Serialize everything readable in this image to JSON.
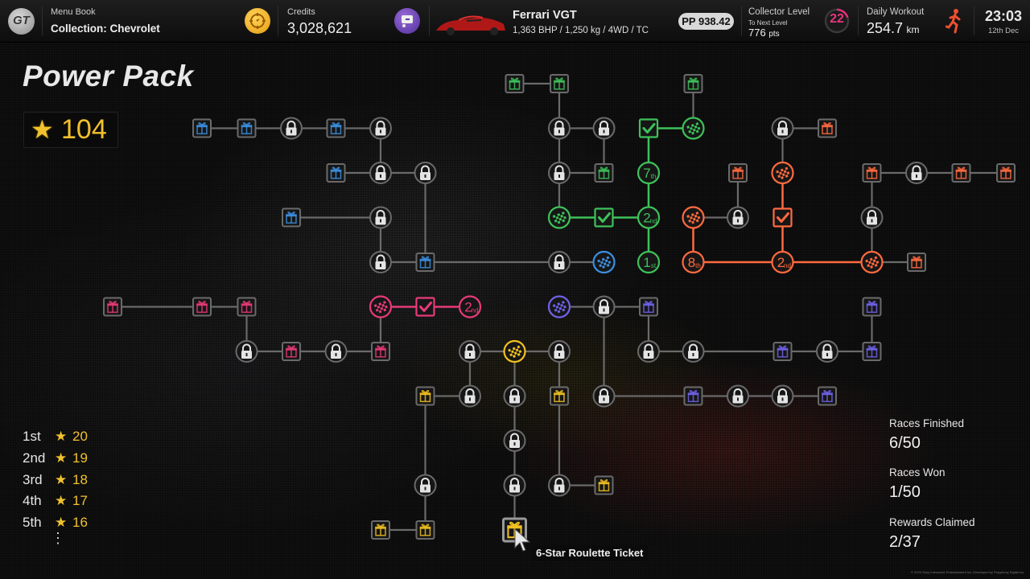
{
  "header": {
    "menu_book_label": "Menu Book",
    "menu_book_value": "Collection: Chevrolet",
    "credits_label": "Credits",
    "credits_value": "3,028,621",
    "car_name": "Ferrari VGT",
    "car_specs": "1,363 BHP / 1,250 kg / 4WD / TC",
    "pp_value": "PP 938.42",
    "collector_label": "Collector Level",
    "collector_sub": "To Next Level",
    "collector_pts": "776",
    "collector_pts_unit": "pts",
    "collector_level": "22",
    "collector_progress": 0.2,
    "workout_label": "Daily Workout",
    "workout_value": "254.7",
    "workout_unit": "km",
    "time": "23:03",
    "date": "12th Dec",
    "icons": {
      "logo": "gt-logo",
      "compass": "compass-icon",
      "showroom": "showroom-icon",
      "car": "car-thumbnail",
      "runner": "runner-icon"
    }
  },
  "page": {
    "title": "Power Pack",
    "stars_total": "104"
  },
  "rewards": [
    {
      "pos": "1st",
      "stars": "20"
    },
    {
      "pos": "2nd",
      "stars": "19"
    },
    {
      "pos": "3rd",
      "stars": "18"
    },
    {
      "pos": "4th",
      "stars": "17"
    },
    {
      "pos": "5th",
      "stars": "16"
    }
  ],
  "rewards_more": "⋮",
  "stats": {
    "races_finished_label": "Races Finished",
    "races_finished_value": "6/50",
    "races_won_label": "Races Won",
    "races_won_value": "1/50",
    "rewards_claimed_label": "Rewards Claimed",
    "rewards_claimed_value": "2/37"
  },
  "tooltip": "6-Star Roulette Ticket",
  "copyright": "© 2020 Sony Interactive Entertainment Inc. Developed by Polyphony Digital Inc.",
  "colors": {
    "blue": "#3c8fe0",
    "green": "#3ec15a",
    "orange": "#ff6a40",
    "pink": "#e83a78",
    "purple": "#6f62e8",
    "yellow": "#f0c020",
    "locked": "#6a6a6a",
    "star": "#f2c12c"
  },
  "graph": {
    "nodes": [
      {
        "id": "b1",
        "c": 6,
        "r": 2,
        "type": "gift",
        "color": "blue"
      },
      {
        "id": "b2",
        "c": 7,
        "r": 2,
        "type": "gift",
        "color": "blue"
      },
      {
        "id": "b3",
        "c": 8,
        "r": 2,
        "type": "lock"
      },
      {
        "id": "b4",
        "c": 9,
        "r": 2,
        "type": "gift",
        "color": "blue"
      },
      {
        "id": "b5",
        "c": 10,
        "r": 2,
        "type": "lock"
      },
      {
        "id": "b6",
        "c": 9,
        "r": 3,
        "type": "gift",
        "color": "blue"
      },
      {
        "id": "b7",
        "c": 10,
        "r": 3,
        "type": "lock"
      },
      {
        "id": "b8",
        "c": 11,
        "r": 3,
        "type": "lock"
      },
      {
        "id": "b9",
        "c": 8,
        "r": 4,
        "type": "gift",
        "color": "blue"
      },
      {
        "id": "b10",
        "c": 10,
        "r": 4,
        "type": "lock"
      },
      {
        "id": "b11",
        "c": 10,
        "r": 5,
        "type": "lock"
      },
      {
        "id": "b12",
        "c": 11,
        "r": 5,
        "type": "gift",
        "color": "blue"
      },
      {
        "id": "b13",
        "c": 14,
        "r": 5,
        "type": "lock"
      },
      {
        "id": "b14",
        "c": 15,
        "r": 5,
        "type": "race",
        "color": "blue",
        "active": true
      },
      {
        "id": "g1",
        "c": 13,
        "r": 1,
        "type": "gift",
        "color": "green"
      },
      {
        "id": "g2",
        "c": 14,
        "r": 1,
        "type": "gift",
        "color": "green"
      },
      {
        "id": "g3",
        "c": 14,
        "r": 2,
        "type": "lock"
      },
      {
        "id": "g4",
        "c": 15,
        "r": 2,
        "type": "lock"
      },
      {
        "id": "g5",
        "c": 14,
        "r": 3,
        "type": "lock"
      },
      {
        "id": "g6",
        "c": 15,
        "r": 3,
        "type": "gift",
        "color": "green"
      },
      {
        "id": "g7",
        "c": 14,
        "r": 4,
        "type": "race",
        "color": "green",
        "active": true
      },
      {
        "id": "g8",
        "c": 15,
        "r": 4,
        "type": "check",
        "color": "green",
        "active": true
      },
      {
        "id": "g9",
        "c": 16,
        "r": 4,
        "type": "place",
        "label": "2",
        "suffix": "nd",
        "color": "green",
        "active": true
      },
      {
        "id": "g10",
        "c": 16,
        "r": 3,
        "type": "place",
        "label": "7",
        "suffix": "th",
        "color": "green",
        "active": true
      },
      {
        "id": "g11",
        "c": 16,
        "r": 2,
        "type": "check",
        "color": "green",
        "active": true
      },
      {
        "id": "g12",
        "c": 17,
        "r": 2,
        "type": "race",
        "color": "green",
        "active": true
      },
      {
        "id": "g13",
        "c": 17,
        "r": 1,
        "type": "gift",
        "color": "green"
      },
      {
        "id": "g14",
        "c": 16,
        "r": 5,
        "type": "place",
        "label": "1",
        "suffix": "st",
        "color": "green",
        "active": true
      },
      {
        "id": "o1",
        "c": 17,
        "r": 4,
        "type": "race",
        "color": "orange",
        "active": true
      },
      {
        "id": "o2",
        "c": 17,
        "r": 5,
        "type": "place",
        "label": "8",
        "suffix": "th",
        "color": "orange",
        "active": true
      },
      {
        "id": "o3",
        "c": 18,
        "r": 4,
        "type": "lock"
      },
      {
        "id": "o4",
        "c": 18,
        "r": 3,
        "type": "gift",
        "color": "orange"
      },
      {
        "id": "o5",
        "c": 19,
        "r": 5,
        "type": "place",
        "label": "2",
        "suffix": "nd",
        "color": "orange",
        "active": true
      },
      {
        "id": "o6",
        "c": 19,
        "r": 4,
        "type": "check",
        "color": "orange",
        "active": true
      },
      {
        "id": "o7",
        "c": 19,
        "r": 3,
        "type": "race",
        "color": "orange",
        "active": true
      },
      {
        "id": "o8",
        "c": 19,
        "r": 2,
        "type": "lock"
      },
      {
        "id": "o9",
        "c": 20,
        "r": 2,
        "type": "gift",
        "color": "orange"
      },
      {
        "id": "o10",
        "c": 21,
        "r": 5,
        "type": "race",
        "color": "orange",
        "active": true
      },
      {
        "id": "o11",
        "c": 22,
        "r": 5,
        "type": "gift",
        "color": "orange"
      },
      {
        "id": "o12",
        "c": 21,
        "r": 4,
        "type": "lock"
      },
      {
        "id": "o13",
        "c": 21,
        "r": 3,
        "type": "gift",
        "color": "orange"
      },
      {
        "id": "o14",
        "c": 22,
        "r": 3,
        "type": "lock"
      },
      {
        "id": "o15",
        "c": 23,
        "r": 3,
        "type": "gift",
        "color": "orange"
      },
      {
        "id": "o16",
        "c": 24,
        "r": 3,
        "type": "gift",
        "color": "orange"
      },
      {
        "id": "p1",
        "c": 4,
        "r": 6,
        "type": "gift",
        "color": "pink"
      },
      {
        "id": "p2",
        "c": 6,
        "r": 6,
        "type": "gift",
        "color": "pink"
      },
      {
        "id": "p3",
        "c": 7,
        "r": 6,
        "type": "gift",
        "color": "pink"
      },
      {
        "id": "p4",
        "c": 7,
        "r": 7,
        "type": "lock"
      },
      {
        "id": "p5",
        "c": 8,
        "r": 7,
        "type": "gift",
        "color": "pink"
      },
      {
        "id": "p6",
        "c": 9,
        "r": 7,
        "type": "lock"
      },
      {
        "id": "p7",
        "c": 10,
        "r": 7,
        "type": "gift",
        "color": "pink"
      },
      {
        "id": "p8",
        "c": 10,
        "r": 6,
        "type": "race",
        "color": "pink",
        "active": true
      },
      {
        "id": "p9",
        "c": 11,
        "r": 6,
        "type": "check",
        "color": "pink",
        "active": true
      },
      {
        "id": "p10",
        "c": 12,
        "r": 6,
        "type": "place",
        "label": "2",
        "suffix": "nd",
        "color": "pink",
        "active": true
      },
      {
        "id": "y1",
        "c": 12,
        "r": 7,
        "type": "lock"
      },
      {
        "id": "y2",
        "c": 13,
        "r": 7,
        "type": "race",
        "color": "yellow",
        "active": true
      },
      {
        "id": "y3",
        "c": 14,
        "r": 7,
        "type": "lock"
      },
      {
        "id": "y4",
        "c": 12,
        "r": 8,
        "type": "lock"
      },
      {
        "id": "y5",
        "c": 11,
        "r": 8,
        "type": "gift",
        "color": "yellow"
      },
      {
        "id": "y6",
        "c": 13,
        "r": 8,
        "type": "lock"
      },
      {
        "id": "y7",
        "c": 14,
        "r": 8,
        "type": "gift",
        "color": "yellow"
      },
      {
        "id": "y8",
        "c": 13,
        "r": 9,
        "type": "lock"
      },
      {
        "id": "y9",
        "c": 13,
        "r": 10,
        "type": "lock"
      },
      {
        "id": "y10",
        "c": 13,
        "r": 11,
        "type": "gift",
        "color": "yellow",
        "selected": true
      },
      {
        "id": "y11",
        "c": 11,
        "r": 10,
        "type": "lock"
      },
      {
        "id": "y12",
        "c": 11,
        "r": 11,
        "type": "gift",
        "color": "yellow"
      },
      {
        "id": "y13",
        "c": 10,
        "r": 11,
        "type": "gift",
        "color": "yellow"
      },
      {
        "id": "y14",
        "c": 14,
        "r": 10,
        "type": "lock"
      },
      {
        "id": "y15",
        "c": 15,
        "r": 10,
        "type": "gift",
        "color": "yellow"
      },
      {
        "id": "v1",
        "c": 14,
        "r": 6,
        "type": "race",
        "color": "purple",
        "active": true
      },
      {
        "id": "v2",
        "c": 15,
        "r": 6,
        "type": "lock"
      },
      {
        "id": "v3",
        "c": 16,
        "r": 6,
        "type": "gift",
        "color": "purple"
      },
      {
        "id": "v4",
        "c": 16,
        "r": 7,
        "type": "lock"
      },
      {
        "id": "v5",
        "c": 17,
        "r": 7,
        "type": "lock"
      },
      {
        "id": "v6",
        "c": 19,
        "r": 7,
        "type": "gift",
        "color": "purple"
      },
      {
        "id": "v7",
        "c": 20,
        "r": 7,
        "type": "lock"
      },
      {
        "id": "v8",
        "c": 21,
        "r": 7,
        "type": "gift",
        "color": "purple"
      },
      {
        "id": "v9",
        "c": 21,
        "r": 6,
        "type": "gift",
        "color": "purple"
      },
      {
        "id": "v10",
        "c": 15,
        "r": 8,
        "type": "lock"
      },
      {
        "id": "v11",
        "c": 17,
        "r": 8,
        "type": "gift",
        "color": "purple"
      },
      {
        "id": "v12",
        "c": 18,
        "r": 8,
        "type": "lock"
      },
      {
        "id": "v13",
        "c": 19,
        "r": 8,
        "type": "lock"
      },
      {
        "id": "v14",
        "c": 20,
        "r": 8,
        "type": "gift",
        "color": "purple"
      }
    ],
    "edges": [
      [
        "b1",
        "b2"
      ],
      [
        "b2",
        "b3"
      ],
      [
        "b3",
        "b4"
      ],
      [
        "b4",
        "b5"
      ],
      [
        "b5",
        "b7"
      ],
      [
        "b6",
        "b7",
        0
      ],
      [
        "b7",
        "b8",
        0
      ],
      [
        "b8",
        "b12"
      ],
      [
        "b9",
        "b10"
      ],
      [
        "b10",
        "b11"
      ],
      [
        "b11",
        "b12"
      ],
      [
        "b12",
        "b13"
      ],
      [
        "b13",
        "b14"
      ],
      [
        "g1",
        "g2"
      ],
      [
        "g2",
        "g3"
      ],
      [
        "g3",
        "g4"
      ],
      [
        "g4",
        "g6"
      ],
      [
        "g5",
        "g6"
      ],
      [
        "g3",
        "g5",
        0
      ],
      [
        "g5",
        "g7"
      ],
      [
        "g7",
        "g8",
        "green"
      ],
      [
        "g8",
        "g9",
        "green"
      ],
      [
        "g9",
        "g10",
        "green"
      ],
      [
        "g10",
        "g11",
        "green"
      ],
      [
        "g11",
        "g12",
        "green"
      ],
      [
        "g12",
        "g13"
      ],
      [
        "g9",
        "g14",
        "green"
      ],
      [
        "o1",
        "o2",
        "orange"
      ],
      [
        "o1",
        "o3"
      ],
      [
        "o3",
        "o4"
      ],
      [
        "o2",
        "o5",
        "orange"
      ],
      [
        "o5",
        "o6",
        "orange"
      ],
      [
        "o6",
        "o7",
        "orange"
      ],
      [
        "o7",
        "o8"
      ],
      [
        "o8",
        "o9"
      ],
      [
        "o5",
        "o10",
        "orange"
      ],
      [
        "o10",
        "o11"
      ],
      [
        "o10",
        "o12"
      ],
      [
        "o12",
        "o13"
      ],
      [
        "o13",
        "o14"
      ],
      [
        "o14",
        "o15"
      ],
      [
        "o15",
        "o16"
      ],
      [
        "p1",
        "p2"
      ],
      [
        "p2",
        "p3"
      ],
      [
        "p3",
        "p4"
      ],
      [
        "p4",
        "p5"
      ],
      [
        "p5",
        "p6"
      ],
      [
        "p6",
        "p7"
      ],
      [
        "p7",
        "p8"
      ],
      [
        "p8",
        "p9",
        "pink"
      ],
      [
        "p9",
        "p10",
        "pink"
      ],
      [
        "y1",
        "y2"
      ],
      [
        "y2",
        "y3"
      ],
      [
        "y1",
        "y4"
      ],
      [
        "y4",
        "y5"
      ],
      [
        "y2",
        "y6"
      ],
      [
        "y3",
        "y7"
      ],
      [
        "y6",
        "y8"
      ],
      [
        "y8",
        "y9"
      ],
      [
        "y9",
        "y10"
      ],
      [
        "y5",
        "y11"
      ],
      [
        "y11",
        "y12"
      ],
      [
        "y12",
        "y13"
      ],
      [
        "y7",
        "y14"
      ],
      [
        "y14",
        "y15"
      ],
      [
        "v1",
        "v2"
      ],
      [
        "v2",
        "v3"
      ],
      [
        "v3",
        "v4"
      ],
      [
        "v4",
        "v5"
      ],
      [
        "v5",
        "v6"
      ],
      [
        "v6",
        "v7"
      ],
      [
        "v7",
        "v8"
      ],
      [
        "v8",
        "v9"
      ],
      [
        "v2",
        "v10"
      ],
      [
        "v10",
        "v11"
      ],
      [
        "v11",
        "v12"
      ],
      [
        "v12",
        "v13"
      ],
      [
        "v13",
        "v14"
      ]
    ]
  }
}
